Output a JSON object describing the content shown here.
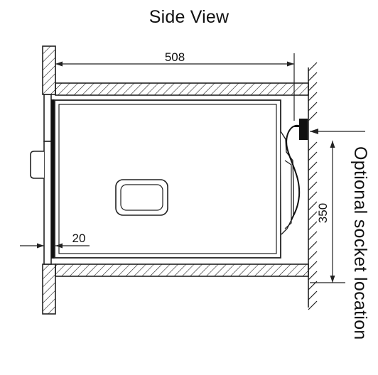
{
  "title": "Side View",
  "dimensions": {
    "width": "508",
    "socket_height": "350",
    "front_gap": "20"
  },
  "annotation": "Optional socket location"
}
